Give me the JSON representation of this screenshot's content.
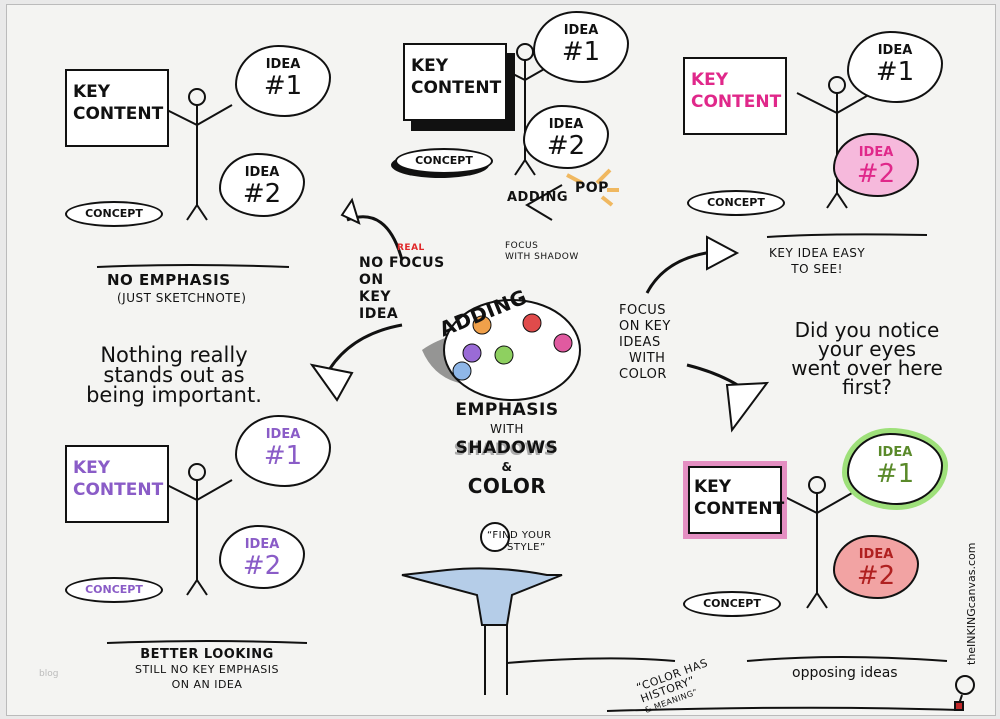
{
  "colors": {
    "ink": "#111111",
    "pink": "#e0288a",
    "pink_fill": "#f6b9dc",
    "purple": "#8a5cc7",
    "green": "#9ee07a",
    "red_fill": "#f2a3a3",
    "orange": "#f0b860",
    "blue_shirt": "#b5cde8"
  },
  "panels": [
    {
      "key": "Key Content",
      "concept": "Concept",
      "idea1_label": "Idea",
      "idea1_num": "#1",
      "idea2_label": "Idea",
      "idea2_num": "#2",
      "style": "plain"
    },
    {
      "key": "Key Content",
      "concept": "Concept",
      "idea1_label": "Idea",
      "idea1_num": "#1",
      "idea2_label": "Idea",
      "idea2_num": "#2",
      "style": "shadow"
    },
    {
      "key": "Key Content",
      "concept": "Concept",
      "idea1_label": "Idea",
      "idea1_num": "#1",
      "idea2_label": "Idea",
      "idea2_num": "#2",
      "style": "pink"
    },
    {
      "key": "Key Content",
      "concept": "Concept",
      "idea1_label": "Idea",
      "idea1_num": "#1",
      "idea2_label": "Idea",
      "idea2_num": "#2",
      "style": "purple"
    },
    {
      "key": "Key Content",
      "concept": "Concept",
      "idea1_label": "Idea",
      "idea1_num": "#1",
      "idea2_label": "Idea",
      "idea2_num": "#2",
      "style": "color"
    }
  ],
  "captions": {
    "no_emphasis": "No emphasis",
    "just_sketchnote": "(just sketchnote)",
    "nothing_really": "Nothing really",
    "stands_out": "stands out as",
    "being_important": "being important.",
    "no": "No",
    "real": "real",
    "focus": "Focus",
    "on": "on",
    "key": "key",
    "idea": "idea",
    "adding_pop_a": "Adding",
    "adding_pop_b": "Pop",
    "focus_shadow_a": "Focus",
    "focus_shadow_b": "with shadow",
    "key_idea_easy": "Key idea easy",
    "to_see": "to see!",
    "focus_color_1": "Focus",
    "focus_color_2": "on key",
    "focus_color_3": "ideas",
    "focus_color_4": "with",
    "focus_color_5": "color",
    "did_you_notice": "Did you notice",
    "your_eyes": "your eyes",
    "went_over": "went over here",
    "first": "first?",
    "adding": "Adding",
    "emphasis": "Emphasis",
    "with": "with",
    "shadows": "Shadows",
    "amp": "&",
    "color": "Color",
    "find_your_style_1": "“Find your",
    "find_your_style_2": "style”",
    "better_looking": "Better looking",
    "still_no": "still no key emphasis",
    "on_an_idea": "on an idea",
    "color_has": "“Color has",
    "history": "history”",
    "meaning": "& meaning”",
    "opposing_ideas": "opposing ideas",
    "blog": "blog",
    "brand": "theINKINGcanvas.com"
  }
}
